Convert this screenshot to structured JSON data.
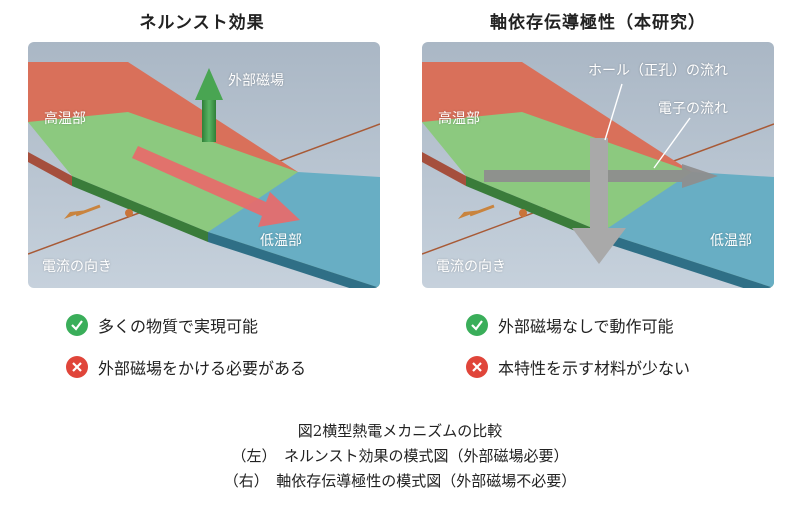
{
  "left": {
    "title": "ネルンスト効果",
    "labels": {
      "hot": "高温部",
      "cold": "低温部",
      "field": "外部磁場",
      "current": "電流の向き"
    },
    "pros": "多くの物質で実現可能",
    "cons": "外部磁場をかける必要がある"
  },
  "right": {
    "title": "軸依存伝導極性（本研究）",
    "labels": {
      "hot": "高温部",
      "cold": "低温部",
      "holes": "ホール（正孔）の流れ",
      "electrons": "電子の流れ",
      "current": "電流の向き"
    },
    "pros": "外部磁場なしで動作可能",
    "cons": "本特性を示す材料が少ない"
  },
  "caption": {
    "line1": "図2横型熱電メカニズムの比較",
    "line2": "（左）　ネルンスト効果の模式図（外部磁場必要）",
    "line3": "（右）　軸依存伝導極性の模式図（外部磁場不必要）"
  },
  "colors": {
    "hot": "#d9705a",
    "middle": "#8cc97f",
    "cold": "#68aec4",
    "check": "#3aae5a",
    "cross": "#e0453a",
    "field_arrow": "#3c9a44",
    "heat_arrow": "#e86a6a",
    "carrier_arrow": "#9a9a9a"
  },
  "icons": {
    "check": "check-circle-icon",
    "cross": "cross-circle-icon"
  }
}
